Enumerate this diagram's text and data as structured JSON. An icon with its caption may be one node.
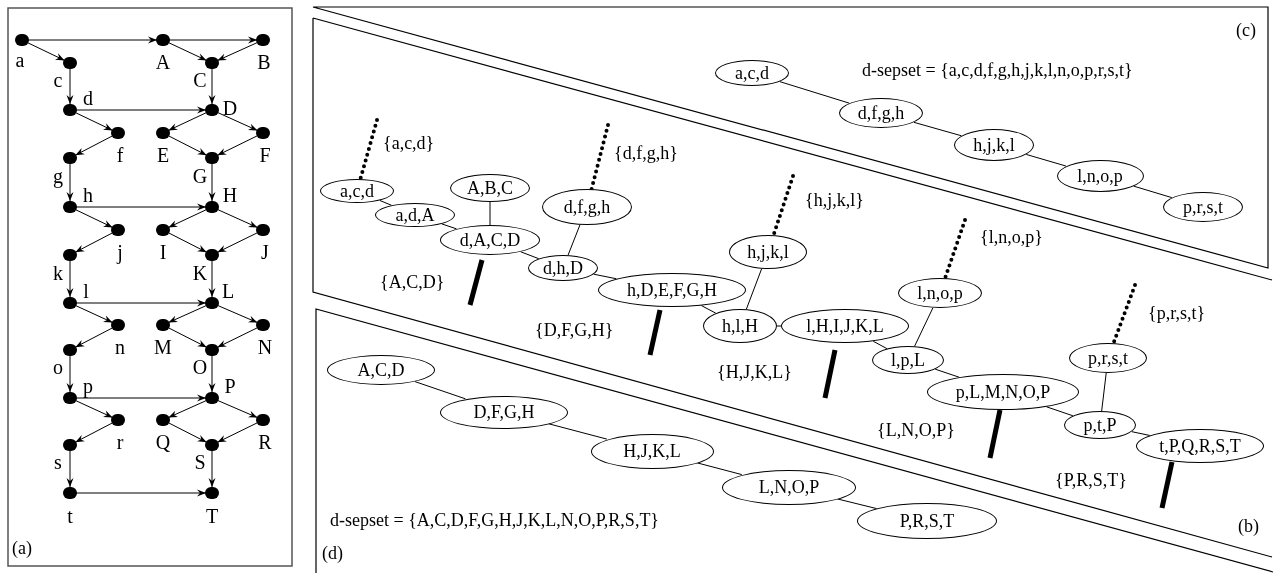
{
  "diagram": {
    "nodes": [
      {
        "text": [],
        "shape": "circle",
        "beside": [
          "a"
        ]
      },
      {
        "text": [],
        "shape": "circle",
        "beside": [
          "A"
        ]
      },
      {
        "text": [],
        "shape": "circle",
        "beside": [
          "B"
        ]
      },
      {
        "text": [],
        "shape": "circle",
        "beside": [
          "c"
        ]
      },
      {
        "text": [],
        "shape": "circle",
        "beside": [
          "C"
        ]
      },
      {
        "text": [],
        "shape": "circle",
        "beside": [
          "d"
        ]
      },
      {
        "text": [],
        "shape": "circle",
        "beside": [
          "D"
        ]
      },
      {
        "text": [],
        "shape": "circle",
        "beside": [
          "f"
        ]
      },
      {
        "text": [],
        "shape": "circle",
        "beside": [
          "E"
        ]
      },
      {
        "text": [],
        "shape": "circle",
        "beside": [
          "F"
        ]
      },
      {
        "text": [],
        "shape": "circle",
        "beside": [
          "g"
        ]
      },
      {
        "text": [],
        "shape": "circle",
        "beside": [
          "G"
        ]
      },
      {
        "text": [],
        "shape": "circle",
        "beside": [
          "h"
        ]
      },
      {
        "text": [],
        "shape": "circle",
        "beside": [
          "H"
        ]
      },
      {
        "text": [],
        "shape": "circle",
        "beside": [
          "j"
        ]
      },
      {
        "text": [],
        "shape": "circle",
        "beside": [
          "I"
        ]
      },
      {
        "text": [],
        "shape": "circle",
        "beside": [
          "J"
        ]
      },
      {
        "text": [],
        "shape": "circle",
        "beside": [
          "k"
        ]
      },
      {
        "text": [],
        "shape": "circle",
        "beside": [
          "K"
        ]
      },
      {
        "text": [],
        "shape": "circle",
        "beside": [
          "l"
        ]
      },
      {
        "text": [],
        "shape": "circle",
        "beside": [
          "L"
        ]
      },
      {
        "text": [],
        "shape": "circle",
        "beside": [
          "n"
        ]
      },
      {
        "text": [],
        "shape": "circle",
        "beside": [
          "M"
        ]
      },
      {
        "text": [],
        "shape": "circle",
        "beside": [
          "N"
        ]
      },
      {
        "text": [],
        "shape": "circle",
        "beside": [
          "o"
        ]
      },
      {
        "text": [],
        "shape": "circle",
        "beside": [
          "O"
        ]
      },
      {
        "text": [],
        "shape": "circle",
        "beside": [
          "p"
        ]
      },
      {
        "text": [],
        "shape": "circle",
        "beside": [
          "P"
        ]
      },
      {
        "text": [],
        "shape": "circle",
        "beside": [
          "r"
        ]
      },
      {
        "text": [],
        "shape": "circle",
        "beside": [
          "Q"
        ]
      },
      {
        "text": [],
        "shape": "circle",
        "beside": [
          "R"
        ]
      },
      {
        "text": [],
        "shape": "circle",
        "beside": [
          "s"
        ]
      },
      {
        "text": [],
        "shape": "circle",
        "beside": [
          "S"
        ]
      },
      {
        "text": [],
        "shape": "circle",
        "beside": [
          "t"
        ]
      },
      {
        "text": [],
        "shape": "circle",
        "beside": [
          "T"
        ]
      },
      {
        "text": [
          "a,c,d"
        ]
      },
      {
        "text": [
          "d,f,g,h"
        ]
      },
      {
        "text": [
          "h,j,k,l"
        ]
      },
      {
        "text": [
          "l,n,o,p"
        ]
      },
      {
        "text": [
          "p,r,s,t"
        ]
      },
      {
        "text": [
          "a,c,d"
        ]
      },
      {
        "text": [
          "A,B,C"
        ]
      },
      {
        "text": [
          "a,d,A"
        ]
      },
      {
        "text": [
          "d,f,g,h"
        ]
      },
      {
        "text": [
          "d,A,C,D"
        ]
      },
      {
        "text": [
          "d,h,D"
        ]
      },
      {
        "text": [
          "h,j,k,l"
        ]
      },
      {
        "text": [
          "h,D,E,F,G,H"
        ]
      },
      {
        "text": [
          "l,n,o,p"
        ]
      },
      {
        "text": [
          "h,l,H"
        ]
      },
      {
        "text": [
          "l,H,I,J,K,L"
        ]
      },
      {
        "text": [
          "l,p,L"
        ]
      },
      {
        "text": [
          "p,r,s,t"
        ]
      },
      {
        "text": [
          "p,L,M,N,O,P"
        ]
      },
      {
        "text": [
          "p,t,P"
        ]
      },
      {
        "text": [
          "t,P,Q,R,S,T"
        ]
      },
      {
        "text": [
          "A,C,D"
        ]
      },
      {
        "text": [
          "D,F,G,H"
        ]
      },
      {
        "text": [
          "H,J,K,L"
        ]
      },
      {
        "text": [
          "L,N,O,P"
        ]
      },
      {
        "text": [
          "P,R,S,T"
        ]
      }
    ],
    "edges": [
      {
        "from": 0,
        "to": 1,
        "arrow": "to"
      },
      {
        "from": 1,
        "to": 2,
        "arrow": "to"
      },
      {
        "from": 0,
        "to": 3,
        "arrow": "to"
      },
      {
        "from": 1,
        "to": 4,
        "arrow": "to"
      },
      {
        "from": 2,
        "to": 4,
        "arrow": "to"
      },
      {
        "from": 3,
        "to": 5,
        "arrow": "to"
      },
      {
        "from": 4,
        "to": 6,
        "arrow": "to"
      },
      {
        "from": 5,
        "to": 6,
        "arrow": "to"
      },
      {
        "from": 5,
        "to": 7,
        "arrow": "to"
      },
      {
        "from": 6,
        "to": 8,
        "arrow": "to"
      },
      {
        "from": 6,
        "to": 9,
        "arrow": "to"
      },
      {
        "from": 7,
        "to": 10,
        "arrow": "to"
      },
      {
        "from": 8,
        "to": 11,
        "arrow": "to"
      },
      {
        "from": 9,
        "to": 11,
        "arrow": "to"
      },
      {
        "from": 10,
        "to": 12,
        "arrow": "to"
      },
      {
        "from": 11,
        "to": 13,
        "arrow": "to"
      },
      {
        "from": 12,
        "to": 13,
        "arrow": "to"
      },
      {
        "from": 12,
        "to": 14,
        "arrow": "to"
      },
      {
        "from": 13,
        "to": 15,
        "arrow": "to"
      },
      {
        "from": 13,
        "to": 16,
        "arrow": "to"
      },
      {
        "from": 14,
        "to": 17,
        "arrow": "to"
      },
      {
        "from": 15,
        "to": 18,
        "arrow": "to"
      },
      {
        "from": 16,
        "to": 18,
        "arrow": "to"
      },
      {
        "from": 17,
        "to": 19,
        "arrow": "to"
      },
      {
        "from": 18,
        "to": 20,
        "arrow": "to"
      },
      {
        "from": 19,
        "to": 20,
        "arrow": "to"
      },
      {
        "from": 19,
        "to": 21,
        "arrow": "to"
      },
      {
        "from": 20,
        "to": 22,
        "arrow": "to"
      },
      {
        "from": 20,
        "to": 23,
        "arrow": "to"
      },
      {
        "from": 21,
        "to": 24,
        "arrow": "to"
      },
      {
        "from": 22,
        "to": 25,
        "arrow": "to"
      },
      {
        "from": 23,
        "to": 25,
        "arrow": "to"
      },
      {
        "from": 24,
        "to": 26,
        "arrow": "to"
      },
      {
        "from": 25,
        "to": 27,
        "arrow": "to"
      },
      {
        "from": 26,
        "to": 27,
        "arrow": "to"
      },
      {
        "from": 26,
        "to": 28,
        "arrow": "to"
      },
      {
        "from": 27,
        "to": 29,
        "arrow": "to"
      },
      {
        "from": 27,
        "to": 30,
        "arrow": "to"
      },
      {
        "from": 28,
        "to": 31,
        "arrow": "to"
      },
      {
        "from": 29,
        "to": 32,
        "arrow": "to"
      },
      {
        "from": 30,
        "to": 32,
        "arrow": "to"
      },
      {
        "from": 31,
        "to": 33,
        "arrow": "to"
      },
      {
        "from": 32,
        "to": 34,
        "arrow": "to"
      },
      {
        "from": 33,
        "to": 34,
        "arrow": "to"
      },
      {
        "from": 35,
        "to": 36,
        "arrow": "none"
      },
      {
        "from": 36,
        "to": 37,
        "arrow": "none"
      },
      {
        "from": 37,
        "to": 38,
        "arrow": "none"
      },
      {
        "from": 38,
        "to": 39,
        "arrow": "none"
      },
      {
        "from": 40,
        "to": 42,
        "arrow": "none"
      },
      {
        "from": 42,
        "to": 44,
        "arrow": "none"
      },
      {
        "from": 41,
        "to": 44,
        "arrow": "none"
      },
      {
        "from": 44,
        "to": 45,
        "arrow": "none"
      },
      {
        "from": 43,
        "to": 45,
        "arrow": "none"
      },
      {
        "from": 45,
        "to": 47,
        "arrow": "none"
      },
      {
        "from": 47,
        "to": 49,
        "arrow": "none"
      },
      {
        "from": 46,
        "to": 49,
        "arrow": "none"
      },
      {
        "from": 49,
        "to": 50,
        "arrow": "none"
      },
      {
        "from": 50,
        "to": 51,
        "arrow": "none"
      },
      {
        "from": 48,
        "to": 51,
        "arrow": "none"
      },
      {
        "from": 51,
        "to": 53,
        "arrow": "none"
      },
      {
        "from": 53,
        "to": 54,
        "arrow": "none"
      },
      {
        "from": 52,
        "to": 54,
        "arrow": "none"
      },
      {
        "from": 54,
        "to": 55,
        "arrow": "none"
      },
      {
        "from": null,
        "to": 40,
        "arrow": "none",
        "style": "dashed",
        "label": "{a,c,d}"
      },
      {
        "from": null,
        "to": 43,
        "arrow": "none",
        "style": "dashed",
        "label": "{d,f,g,h}"
      },
      {
        "from": null,
        "to": 46,
        "arrow": "none",
        "style": "dashed",
        "label": "{h,j,k,l}"
      },
      {
        "from": null,
        "to": 48,
        "arrow": "none",
        "style": "dashed",
        "label": "{l,n,o,p}"
      },
      {
        "from": null,
        "to": 52,
        "arrow": "none",
        "style": "dashed",
        "label": "{p,r,s,t}"
      },
      {
        "from": 56,
        "to": 57,
        "arrow": "none"
      },
      {
        "from": 57,
        "to": 58,
        "arrow": "none"
      },
      {
        "from": 58,
        "to": 59,
        "arrow": "none"
      },
      {
        "from": 59,
        "to": 60,
        "arrow": "none"
      }
    ],
    "labels": [
      "(c)",
      "d-sepset = {a,c,d,f,g,h,j,k,l,n,o,p,r,s,t}",
      "{A,C,D}",
      "{D,F,G,H}",
      "{H,J,K,L}",
      "{L,N,O,P}",
      "{P,R,S,T}",
      "(b)",
      "d-sepset = {A,C,D,F,G,H,J,K,L,N,O,P,R,S,T}",
      "(a)",
      "(d)"
    ]
  }
}
